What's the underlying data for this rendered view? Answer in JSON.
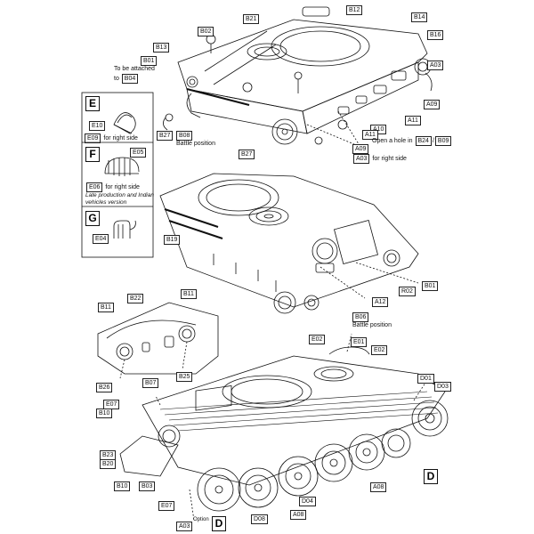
{
  "labels": {
    "B21": "B21",
    "B12": "B12",
    "B14": "B14",
    "B16": "B16",
    "B02": "B02",
    "B13": "B13",
    "B01a": "B01",
    "B04": "B04",
    "A03a": "A03",
    "A09a": "A09",
    "A11a": "A11",
    "A10": "A10",
    "A11b": "A11",
    "B24": "B24",
    "B09": "B09",
    "A09b": "A09",
    "A03b": "A03",
    "B27a": "B27",
    "B08": "B08",
    "B27b": "B27",
    "E10": "E10",
    "E09": "E09",
    "E05": "E05",
    "E06": "E06",
    "E04": "E04",
    "B19": "B19",
    "R02": "R02",
    "B01b": "B01",
    "A12": "A12",
    "B06": "B06",
    "B22": "B22",
    "B11a": "B11",
    "B11b": "B11",
    "B07": "B07",
    "B25": "B25",
    "B26": "B26",
    "E02a": "E02",
    "E01": "E01",
    "E02b": "E02",
    "D01": "D01",
    "D03": "D03",
    "E07a": "E07",
    "B10a": "B10",
    "B23": "B23",
    "B20": "B20",
    "B10b": "B10",
    "B03": "B03",
    "E07b": "E07",
    "A03c": "A03",
    "D08": "D08",
    "A08a": "A08",
    "D04": "D04",
    "A08b": "A08"
  },
  "texts": {
    "attach_line1": "To be attached",
    "attach_line2": "to",
    "battle_position_1": "Battle position",
    "open_hole_prefix": "Open a hole in",
    "slash": "/",
    "for_right_side_a": "for right side",
    "for_right_side_e": "for right side",
    "for_right_side_f": "for right side",
    "late_prod_1": "Late production and Indian",
    "late_prod_2": "vehicles version",
    "battle_position_2": "Battle position",
    "option": "Option"
  },
  "boxes": {
    "E": "E",
    "F": "F",
    "G": "G",
    "D1": "D",
    "D2": "D"
  },
  "colors": {
    "ink": "#111111",
    "paper": "#ffffff"
  }
}
